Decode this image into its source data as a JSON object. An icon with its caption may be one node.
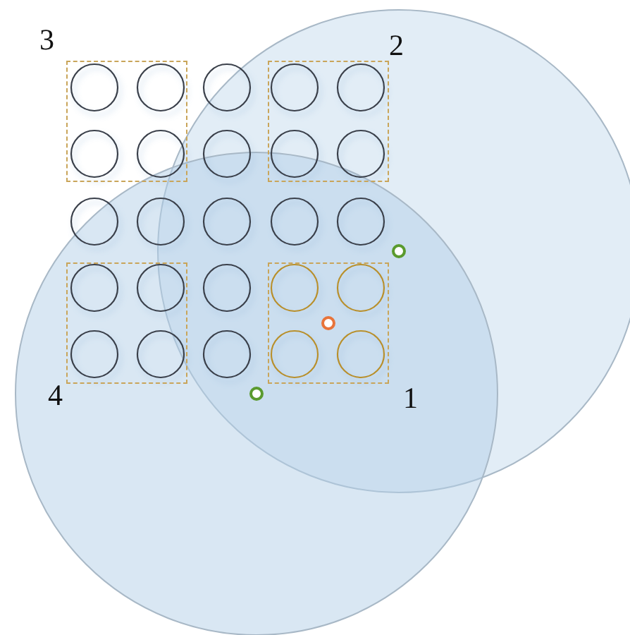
{
  "diagram": {
    "nodes": [
      {
        "text": [
          "3"
        ]
      },
      {
        "text": [
          "2"
        ]
      },
      {
        "text": [
          "4"
        ]
      },
      {
        "text": [
          "1"
        ]
      }
    ]
  }
}
